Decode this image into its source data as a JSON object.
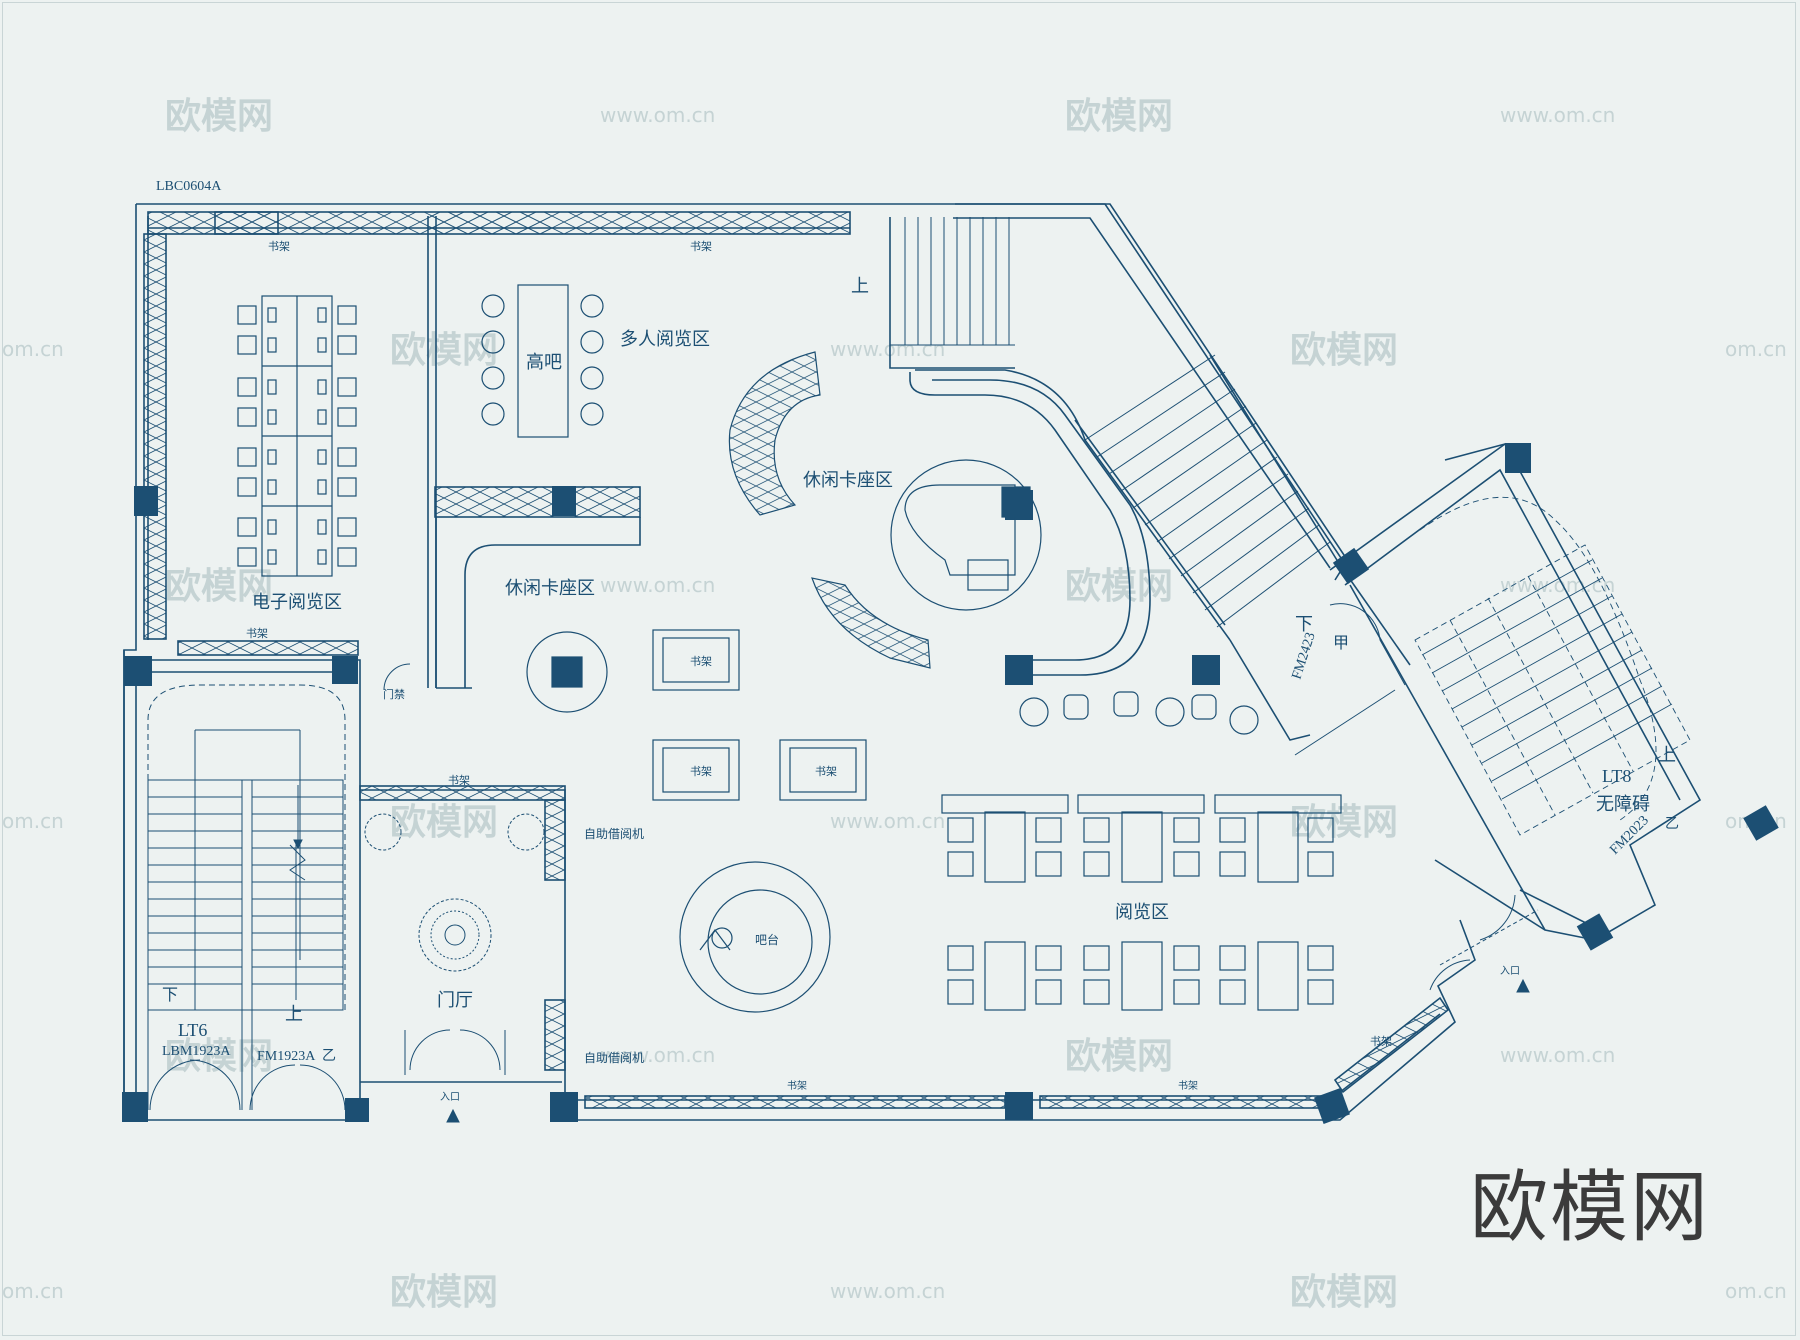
{
  "watermark": {
    "logo": "欧模网",
    "url": "www.om.cn",
    "url_short": "om.cn"
  },
  "brand_logo": "欧模网",
  "plan": {
    "code_top": "LBC0604A",
    "zones": {
      "e_reading": "电子阅览区",
      "multi_reading": "多人阅览区",
      "high_bar": "高吧",
      "lounge_booth_left": "休闲卡座区",
      "lounge_booth_right": "休闲卡座区",
      "lobby": "门厅",
      "front_desk": "吧台",
      "reading_area": "阅览区"
    },
    "bookshelf": "书架",
    "self_service_top": "自助借阅机",
    "self_service_bottom": "自助借阅机",
    "access_control": "门禁",
    "entrance_main": "入口",
    "entrance_side": "入口",
    "stair_up": "上",
    "stair_down": "下",
    "lt6": {
      "name": "LT6",
      "door_left": "LBM1923A",
      "door_right": "FM1923A",
      "grade": "乙"
    },
    "lt8": {
      "name": "LT8",
      "subtitle": "无障碍",
      "door": "FM2023",
      "grade": "乙"
    },
    "fm2423": {
      "code": "FM2423",
      "grade": "甲"
    }
  },
  "colors": {
    "line": "#1c4f73",
    "background": "#edf2f1",
    "watermark": "#c5d3d4"
  }
}
